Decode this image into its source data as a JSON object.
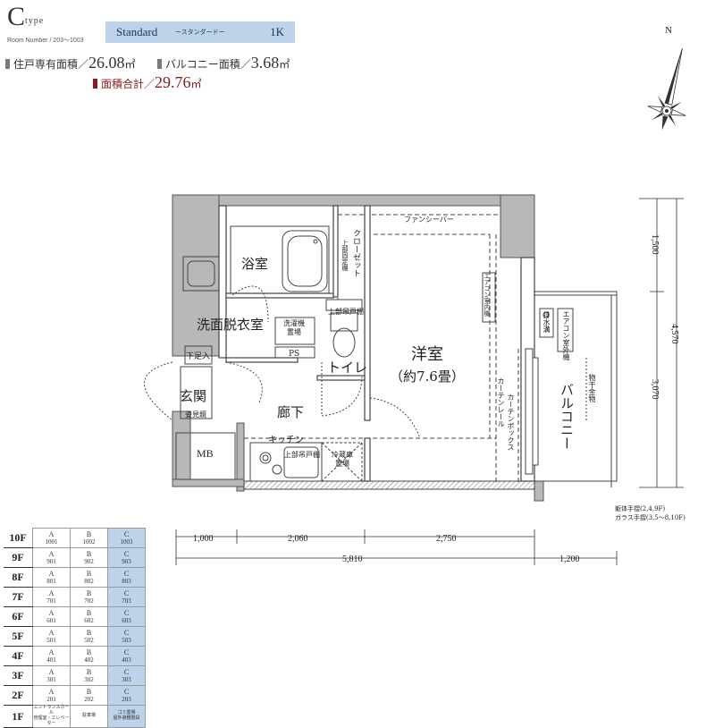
{
  "header": {
    "type_letter": "C",
    "type_word": "type",
    "room_number": "Room Number / 203〜1003",
    "badge_standard": "Standard",
    "badge_standard_jp": "ースタンダードー",
    "badge_layout": "1K"
  },
  "areas": {
    "private_label": "住戸専有面積／",
    "private_value": "26.08",
    "balcony_label": "バルコニー面積／",
    "balcony_value": "3.68",
    "total_label": "面積合計／",
    "total_value": "29.76",
    "unit": "㎡"
  },
  "compass": {
    "label": "N"
  },
  "rooms": {
    "bath": "浴室",
    "washroom": "洗面脱衣室",
    "washer": "洗濯機置場",
    "ps": "PS",
    "toilet": "トイレ",
    "shoe_box": "下足入",
    "entrance": "玄関",
    "mirror": "姿見鏡",
    "hallway": "廊下",
    "kitchen": "キッチン",
    "mb": "MB",
    "fridge": "冷蔵庫置場",
    "upper_cabinet": "上部吊戸棚",
    "upper_shelf": "上部固定棚",
    "closet": "クローゼット",
    "fancy_bar": "ファンシーバー",
    "ac_indoor": "エアコン室内機",
    "western_room": "洋室",
    "western_size": "（約7.6畳）",
    "curtain_rail": "カーテンレール",
    "curtain_box": "カーテンボックス",
    "balcony": "バルコニー",
    "drain": "排水溝",
    "ac_outdoor": "エアコン室外機",
    "laundry_pole": "物干金物",
    "railing_note_1": "躯体手摺(2,4,9F)",
    "railing_note_2": "ガラス手摺(3,5〜8,10F)"
  },
  "dimensions": {
    "bottom_1": "1,000",
    "bottom_2": "2,060",
    "bottom_3": "2,750",
    "bottom_total": "5,810",
    "bottom_balcony": "1,200",
    "right_1": "1,500",
    "right_2": "3,070",
    "right_total": "4,570"
  },
  "floors": [
    {
      "floor": "10F",
      "a": [
        "A",
        "1001"
      ],
      "b": [
        "B",
        "1002"
      ],
      "c": [
        "C",
        "1003"
      ]
    },
    {
      "floor": "9F",
      "a": [
        "A",
        "901"
      ],
      "b": [
        "B",
        "902"
      ],
      "c": [
        "C",
        "903"
      ]
    },
    {
      "floor": "8F",
      "a": [
        "A",
        "801"
      ],
      "b": [
        "B",
        "802"
      ],
      "c": [
        "C",
        "803"
      ]
    },
    {
      "floor": "7F",
      "a": [
        "A",
        "701"
      ],
      "b": [
        "B",
        "702"
      ],
      "c": [
        "C",
        "703"
      ]
    },
    {
      "floor": "6F",
      "a": [
        "A",
        "601"
      ],
      "b": [
        "B",
        "602"
      ],
      "c": [
        "C",
        "603"
      ]
    },
    {
      "floor": "5F",
      "a": [
        "A",
        "501"
      ],
      "b": [
        "B",
        "502"
      ],
      "c": [
        "C",
        "503"
      ]
    },
    {
      "floor": "4F",
      "a": [
        "A",
        "401"
      ],
      "b": [
        "B",
        "402"
      ],
      "c": [
        "C",
        "403"
      ]
    },
    {
      "floor": "3F",
      "a": [
        "A",
        "301"
      ],
      "b": [
        "B",
        "302"
      ],
      "c": [
        "C",
        "303"
      ]
    },
    {
      "floor": "2F",
      "a": [
        "A",
        "201"
      ],
      "b": [
        "B",
        "202"
      ],
      "c": [
        "C",
        "203"
      ]
    },
    {
      "floor": "1F",
      "a": [
        "エントランスホール",
        "管理室・エレベーター"
      ],
      "b": [
        "駐車場",
        ""
      ],
      "c": [
        "ゴミ置場",
        "屋外避難階段"
      ]
    }
  ]
}
